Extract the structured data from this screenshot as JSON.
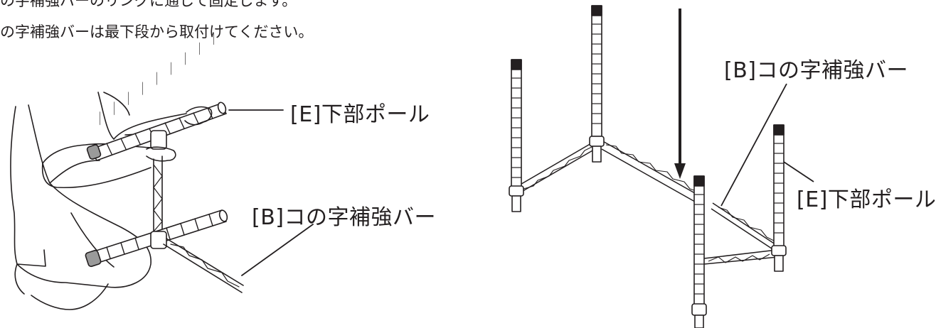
{
  "instructions": {
    "line1": "の字補強バーのリングに通して固定します。",
    "line2": "の字補強バーは最下段から取付けてください。"
  },
  "left_figure": {
    "label_pole": "[E]下部ポール",
    "label_bar": "[B]コの字補強バー"
  },
  "right_figure": {
    "label_bar": "[B]コの字補強バー",
    "label_pole": "[E]下部ポール"
  },
  "colors": {
    "ink": "#231f20",
    "paper": "#ffffff",
    "metal_gray": "#9a9a9a"
  }
}
